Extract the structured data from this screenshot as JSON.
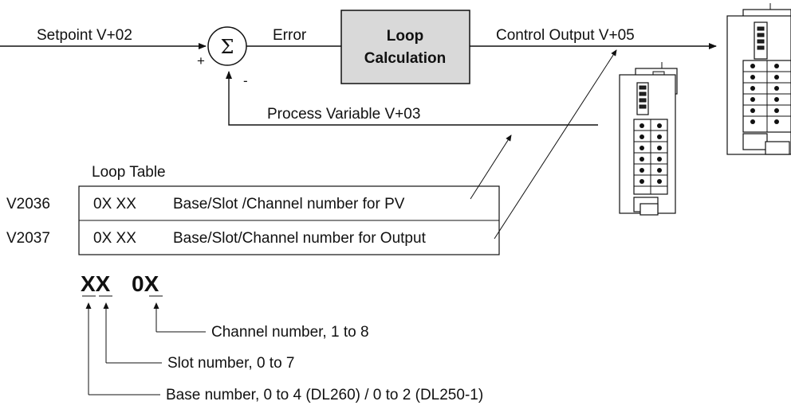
{
  "diagram": {
    "setpoint_label": "Setpoint V+02",
    "sum_symbol": "Σ",
    "plus_sign": "+",
    "minus_sign": "-",
    "error_label": "Error",
    "loop_calc_line1": "Loop",
    "loop_calc_line2": "Calculation",
    "control_output_label": "Control Output V+05",
    "process_variable_label": "Process Variable V+03",
    "colors": {
      "calc_box_fill": "#d9d9d9",
      "line": "#111111",
      "background": "#ffffff"
    }
  },
  "loop_table": {
    "title": "Loop Table",
    "rows": [
      {
        "address": "V2036",
        "value": "0X XX",
        "description": "Base/Slot /Channel number for PV"
      },
      {
        "address": "V2037",
        "value": "0X XX",
        "description": "Base/Slot/Channel number for Output"
      }
    ]
  },
  "format_legend": {
    "code_part1": "XX",
    "code_part2": "0X",
    "channel": "Channel number, 1 to 8",
    "slot": "Slot number, 0 to 7",
    "base": "Base number, 0 to 4 (DL260) / 0 to 2 (DL250-1)"
  },
  "icons": [
    "io-module-icon",
    "io-module-icon"
  ]
}
